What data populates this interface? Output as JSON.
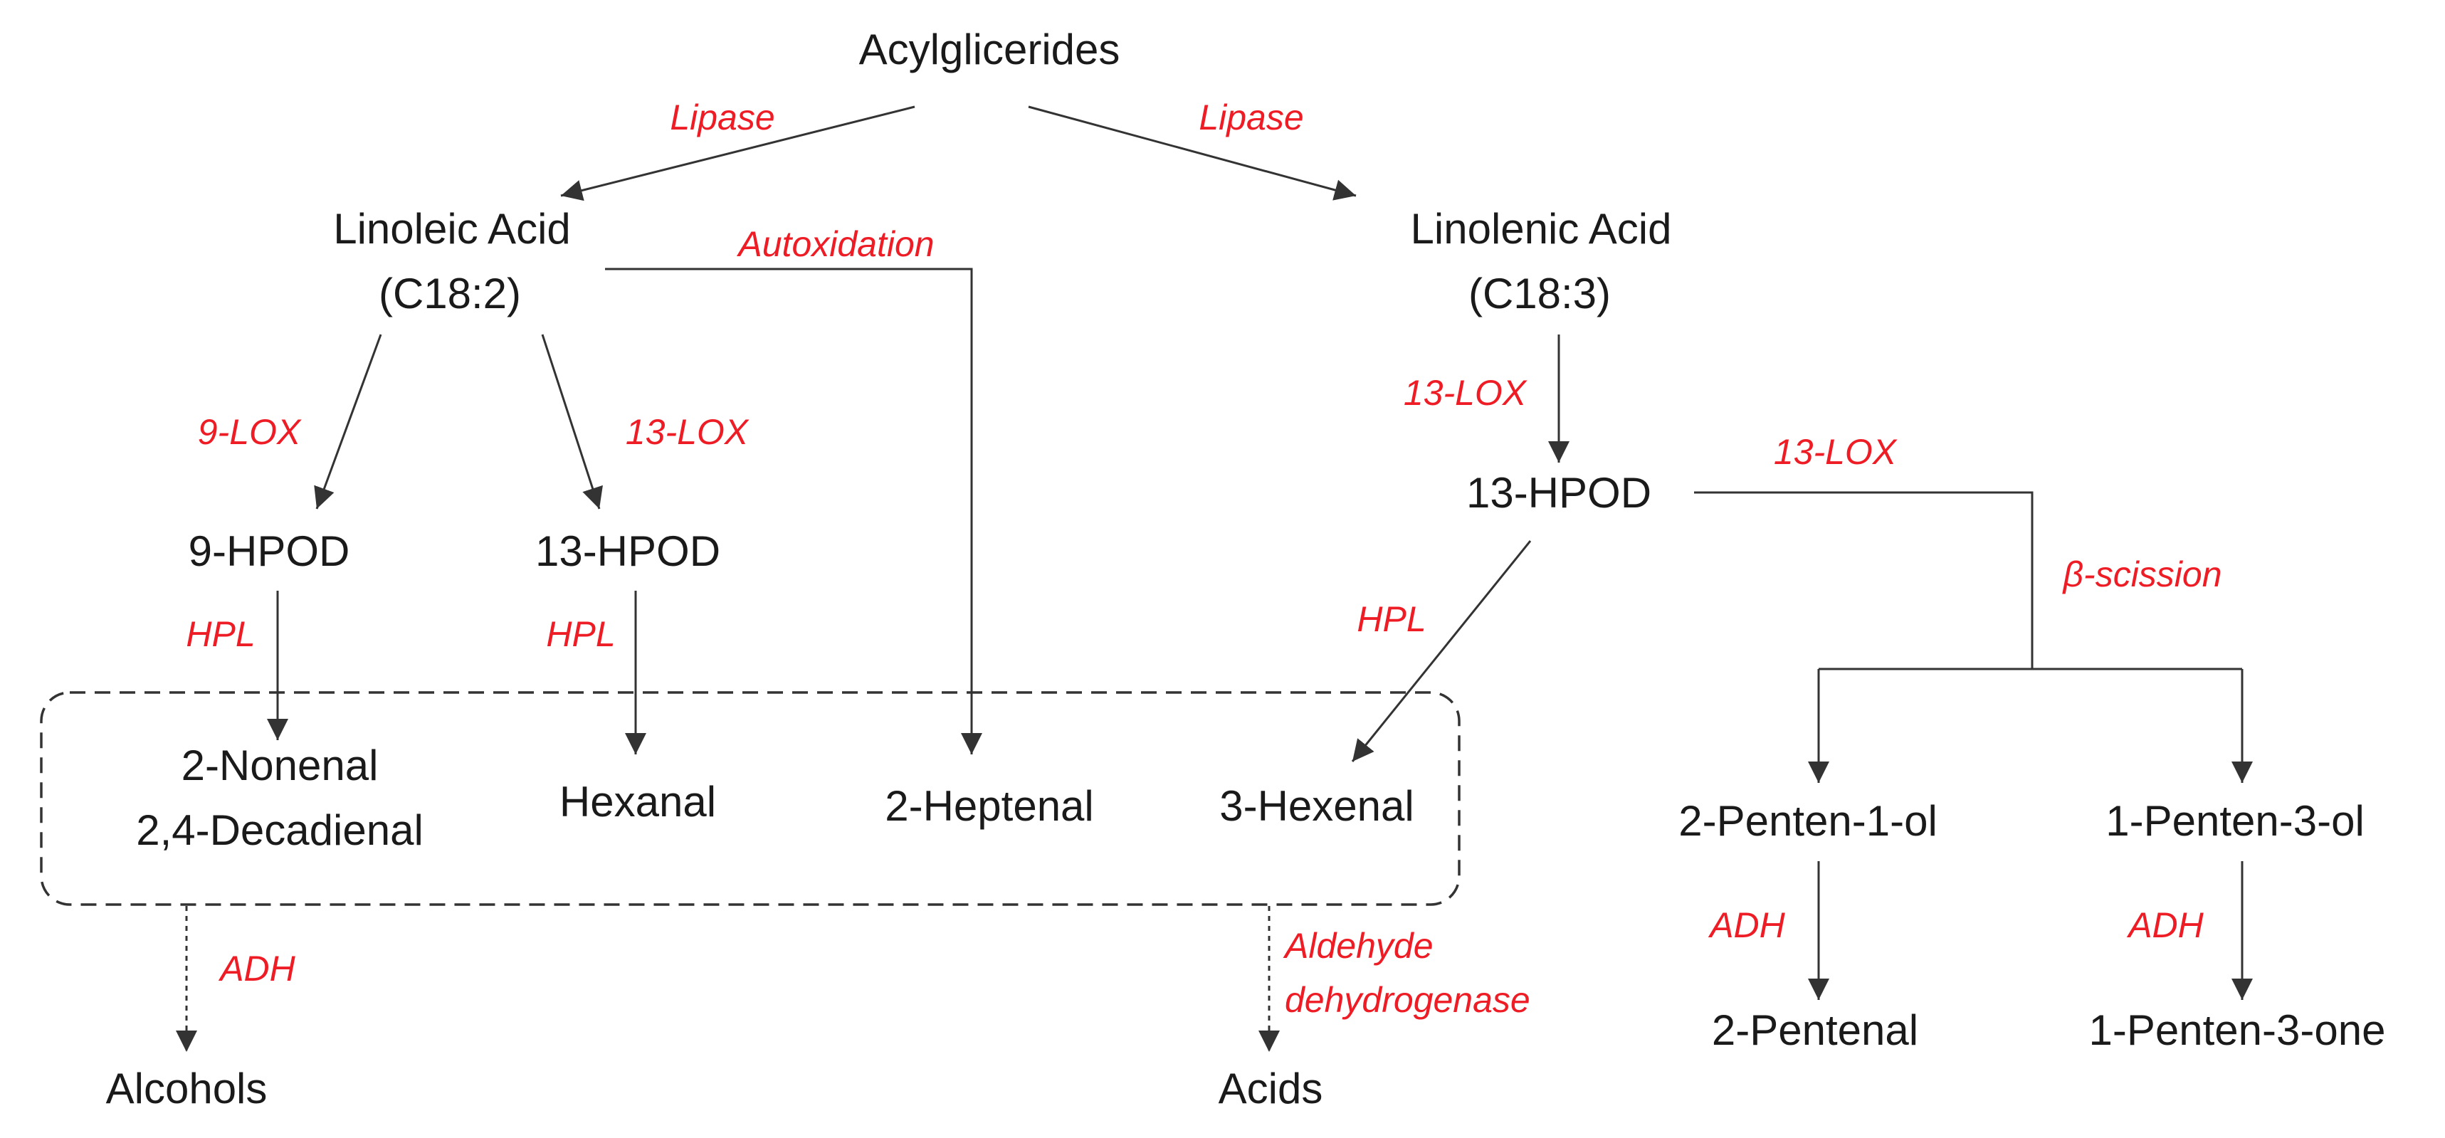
{
  "compounds": {
    "acylglicerides": "Acylglicerides",
    "linoleic": "Linoleic Acid",
    "linoleic_formula": "(C18:2)",
    "linolenic": "Linolenic Acid",
    "linolenic_formula": "(C18:3)",
    "hpod9": "9-HPOD",
    "hpod13_left": "13-HPOD",
    "hpod13_right": "13-HPOD",
    "nonenal": "2-Nonenal",
    "decadienal": "2,4-Decadienal",
    "hexanal": "Hexanal",
    "heptenal": "2-Heptenal",
    "hexenal": "3-Hexenal",
    "pentenol": "2-Penten-1-ol",
    "pentenol3": "1-Penten-3-ol",
    "pentenal": "2-Pentenal",
    "pentenone": "1-Penten-3-one",
    "alcohols": "Alcohols",
    "acids": "Acids"
  },
  "enzymes": {
    "lipase_left": "Lipase",
    "lipase_right": "Lipase",
    "autoxidation": "Autoxidation",
    "lox9": "9-LOX",
    "lox13_left": "13-LOX",
    "lox13_mid": "13-LOX",
    "lox13_right": "13-LOX",
    "hpl_1": "HPL",
    "hpl_2": "HPL",
    "hpl_3": "HPL",
    "beta_scission": "β-scission",
    "adh_left": "ADH",
    "aldehyde_dh_1": "Aldehyde",
    "aldehyde_dh_2": "dehydrogenase",
    "adh_pentenal": "ADH",
    "adh_pentenone": "ADH"
  },
  "colors": {
    "enzyme_text": "#ee1c25",
    "compound_text": "#1a1a1a",
    "arrow": "#333333"
  }
}
